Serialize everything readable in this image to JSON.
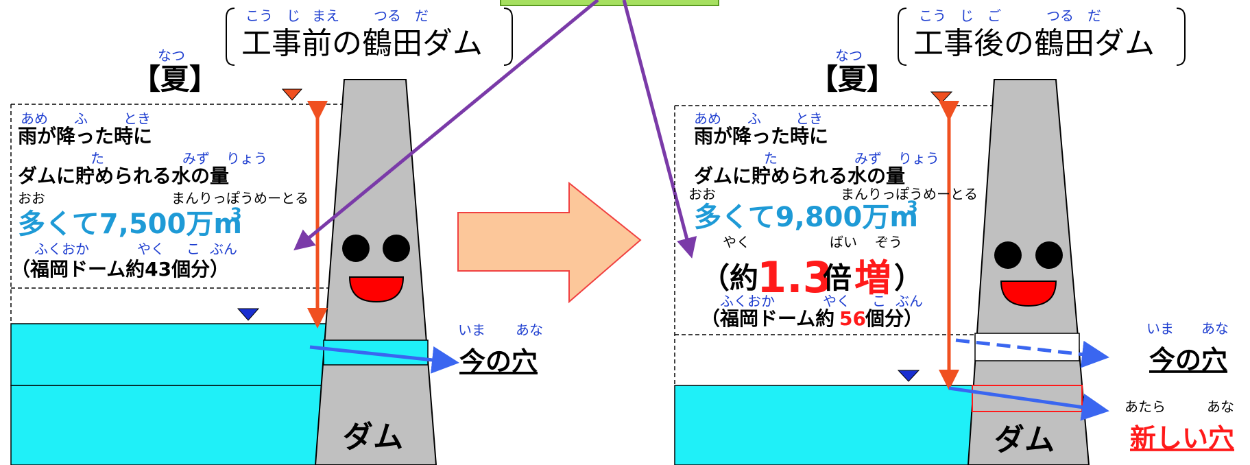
{
  "before": {
    "title": "工事前の鶴田ダム",
    "title_ruby": [
      "こう",
      "じ",
      "まえ",
      "つる",
      "だ"
    ],
    "season": "【夏】",
    "season_ruby": "なつ",
    "line1": "雨が降った時に",
    "line1_ruby": [
      "あめ",
      "ふ",
      "とき"
    ],
    "line2": "ダムに貯められる水の量",
    "line2_ruby": [
      "た",
      "みず",
      "りょう"
    ],
    "amount_ruby": [
      "おお",
      "まんりっぽうめーとる"
    ],
    "amount": "多くて7,500万m",
    "amount_sup": "3",
    "dome": "（福岡ドーム約43個分）",
    "dome_ruby": [
      "ふくおか",
      "やく",
      "こ",
      "ぶん"
    ],
    "hole_label": "今の穴",
    "hole_ruby": [
      "いま",
      "あな"
    ],
    "dam_label": "ダム"
  },
  "after": {
    "title": "工事後の鶴田ダム",
    "title_ruby": [
      "こう",
      "じ",
      "ご",
      "つる",
      "だ"
    ],
    "season": "【夏】",
    "season_ruby": "なつ",
    "line1": "雨が降った時に",
    "line1_ruby": [
      "あめ",
      "ふ",
      "とき"
    ],
    "line2": "ダムに貯められる水の量",
    "line2_ruby": [
      "た",
      "みず",
      "りょう"
    ],
    "amount_ruby": [
      "おお",
      "まんりっぽうめーとる"
    ],
    "amount": "多くて9,800万m",
    "amount_sup": "3",
    "ratio_ruby": [
      "やく",
      "ばい",
      "ぞう"
    ],
    "ratio_open": "（約",
    "ratio_value": "1.3",
    "ratio_times": "倍",
    "ratio_increase": "増",
    "ratio_close": "）",
    "dome_open": "（福岡ドーム約",
    "dome_count": "56",
    "dome_close": "個分）",
    "dome_ruby": [
      "ふくおか",
      "やく",
      "こ",
      "ぶん"
    ],
    "hole_label": "今の穴",
    "hole_ruby": [
      "いま",
      "あな"
    ],
    "new_hole_label": "新しい穴",
    "new_hole_ruby": [
      "あたら",
      "あな"
    ],
    "dam_label": "ダム"
  },
  "colors": {
    "water": "#1ff0f8",
    "dam": "#c0c0c0",
    "arrow_blue": "#3a66f0",
    "arrow_red": "#f05020",
    "marker_red": "#f05020",
    "marker_blue": "#1a2fd0",
    "big_arrow_fill": "#fcc79a",
    "big_arrow_stroke": "#f04040",
    "purple": "#7a3aa8",
    "ruby_blue": "#1f3fd0",
    "highlight_red": "#ff1a1a",
    "amount_blue": "#1e9ad6"
  }
}
